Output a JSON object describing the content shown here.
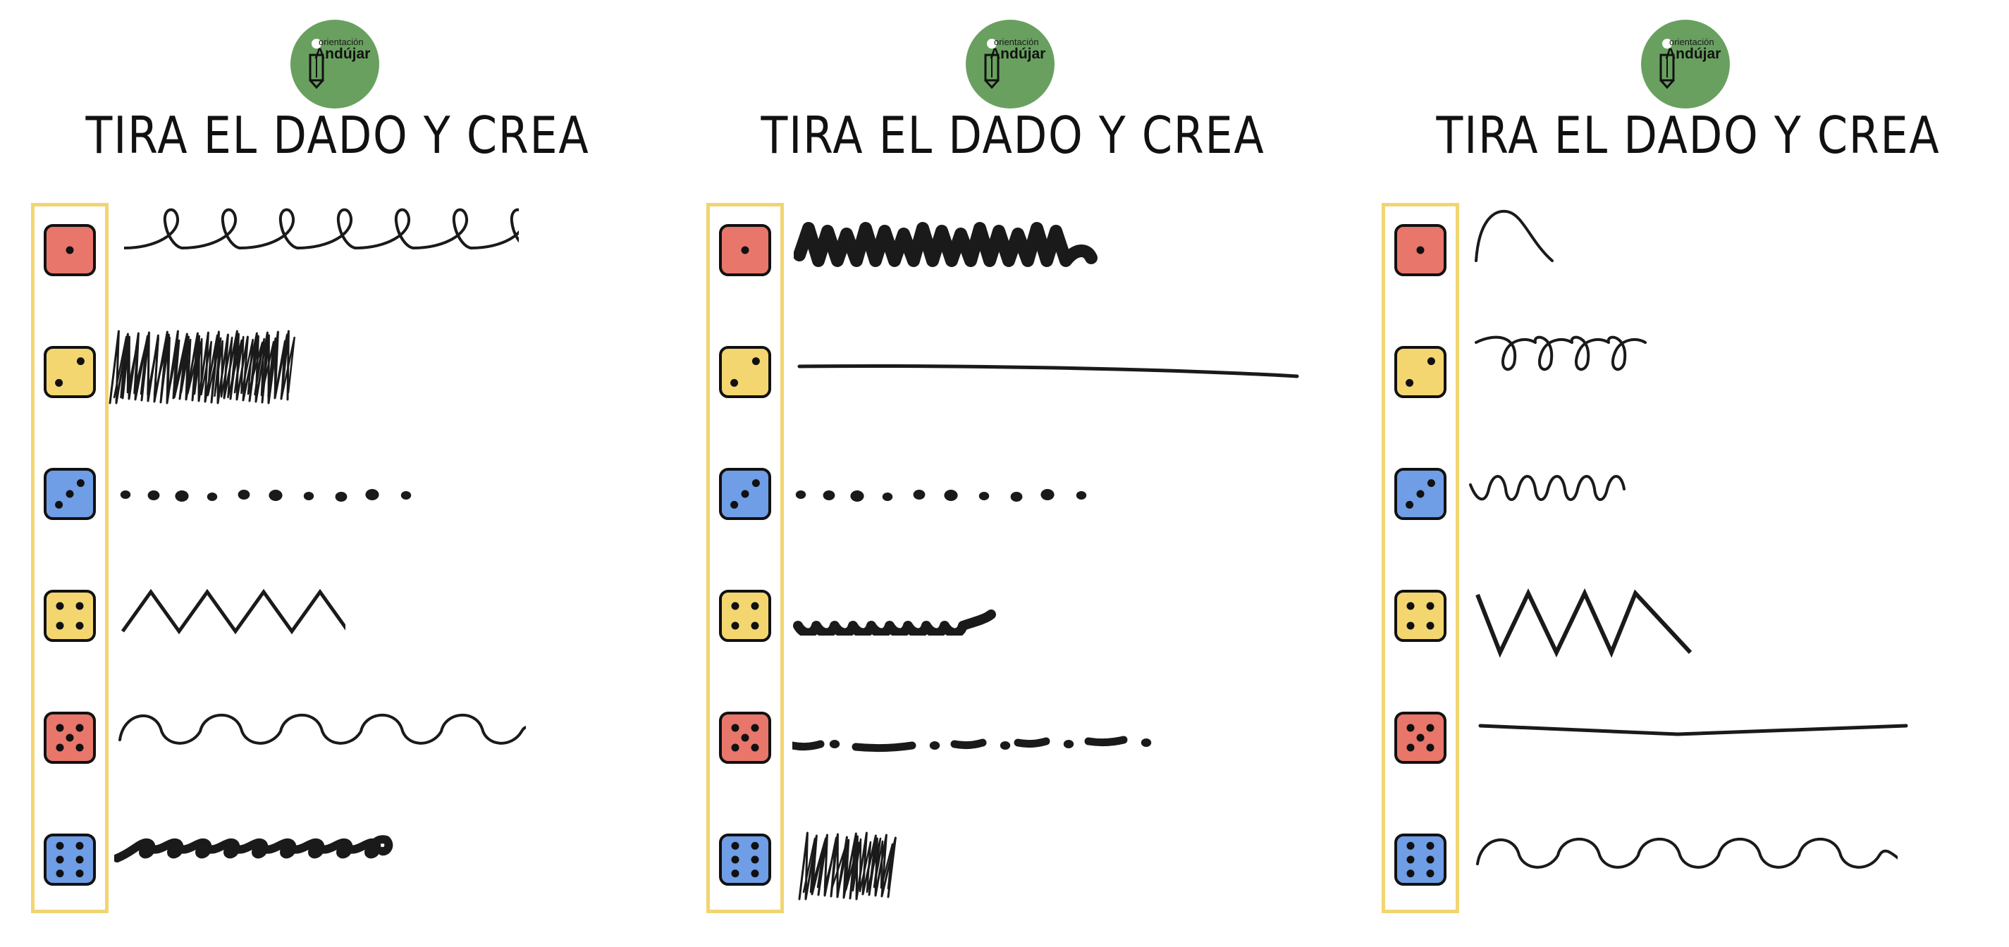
{
  "title": "TIRA EL DADO Y CREA",
  "logo": {
    "top_text": "orientación",
    "main_text": "Andújar"
  },
  "colors": {
    "red": "#e8766a",
    "yellow": "#f4d670",
    "blue": "#6f9de6",
    "frame": "#f2d572",
    "logo_green": "#69a060",
    "ink": "#1a1a1a"
  },
  "panels": [
    {
      "rows": [
        {
          "die": 1,
          "color": "red",
          "trace": "loops"
        },
        {
          "die": 2,
          "color": "yellow",
          "trace": "scribble"
        },
        {
          "die": 3,
          "color": "blue",
          "trace": "dots"
        },
        {
          "die": 4,
          "color": "yellow",
          "trace": "zigzag"
        },
        {
          "die": 5,
          "color": "red",
          "trace": "waves"
        },
        {
          "die": 6,
          "color": "blue",
          "trace": "thick-loops"
        }
      ]
    },
    {
      "rows": [
        {
          "die": 1,
          "color": "red",
          "trace": "thick-zigzag"
        },
        {
          "die": 2,
          "color": "yellow",
          "trace": "line"
        },
        {
          "die": 3,
          "color": "blue",
          "trace": "dots"
        },
        {
          "die": 4,
          "color": "yellow",
          "trace": "thick-bumps"
        },
        {
          "die": 5,
          "color": "red",
          "trace": "dash-dot"
        },
        {
          "die": 6,
          "color": "blue",
          "trace": "small-scribble"
        }
      ]
    },
    {
      "rows": [
        {
          "die": 1,
          "color": "red",
          "trace": "arch"
        },
        {
          "die": 2,
          "color": "yellow",
          "trace": "short-loops"
        },
        {
          "die": 3,
          "color": "blue",
          "trace": "small-waves"
        },
        {
          "die": 4,
          "color": "yellow",
          "trace": "big-zigzag"
        },
        {
          "die": 5,
          "color": "red",
          "trace": "angled-line"
        },
        {
          "die": 6,
          "color": "blue",
          "trace": "waves"
        }
      ]
    }
  ]
}
